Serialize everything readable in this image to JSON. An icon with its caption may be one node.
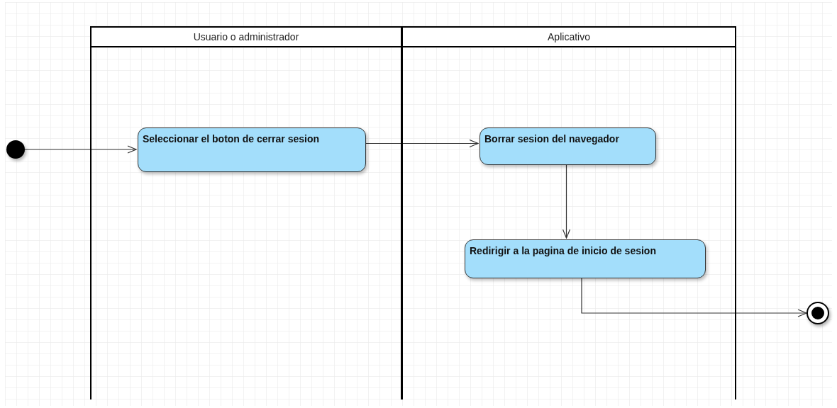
{
  "diagram": {
    "nodes": [
      {
        "text": [
          "Usuario o administrador"
        ]
      },
      {
        "text": [
          "Aplicativo"
        ]
      },
      {
        "text": [],
        "shape": "circle"
      },
      {
        "text": [
          "Seleccionar el boton de cerrar sesion"
        ],
        "in": 0
      },
      {
        "text": [
          "Borrar sesion del navegador"
        ],
        "in": 1
      },
      {
        "text": [
          "Redirigir a la pagina de inicio de sesion"
        ],
        "in": 1
      },
      {
        "text": [],
        "shape": "bullseye"
      }
    ],
    "edges": [
      {
        "from": 2,
        "to": 3,
        "arrow": "to"
      },
      {
        "from": 3,
        "to": 4,
        "arrow": "to"
      },
      {
        "from": 4,
        "to": 5,
        "arrow": "to"
      },
      {
        "from": 5,
        "to": 6,
        "arrow": "to"
      }
    ]
  }
}
